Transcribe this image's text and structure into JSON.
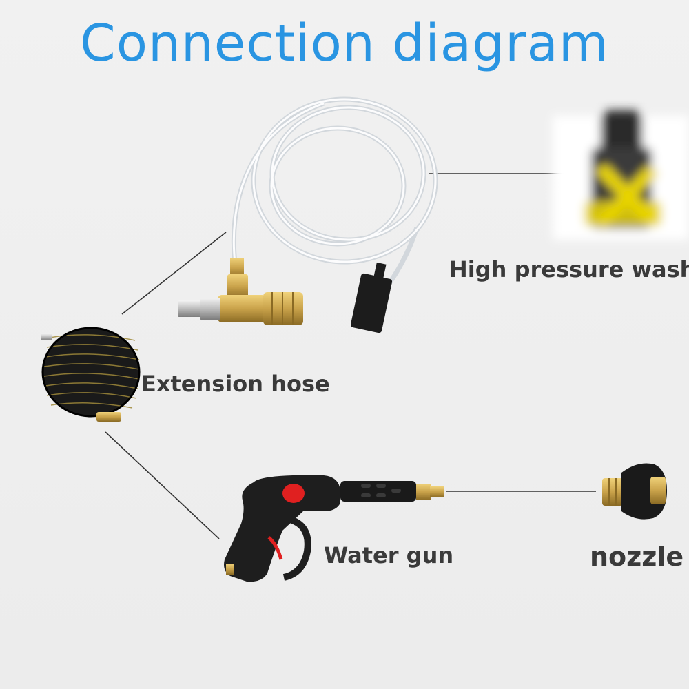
{
  "title": "Connection diagram",
  "labels": {
    "washer": "High pressure washer",
    "hose": "Extension hose",
    "gun": "Water gun",
    "nozzle": "nozzle"
  },
  "colors": {
    "title": "#2a95e2",
    "label": "#3a3a3a",
    "connector": "#333333",
    "brass": "#c9a24a",
    "washer_yellow": "#e8d400",
    "gun_trigger_red": "#e02020"
  },
  "icons": [
    "washer-image",
    "foam-injector-tube-image",
    "extension-hose-image",
    "water-gun-image",
    "nozzle-image"
  ]
}
